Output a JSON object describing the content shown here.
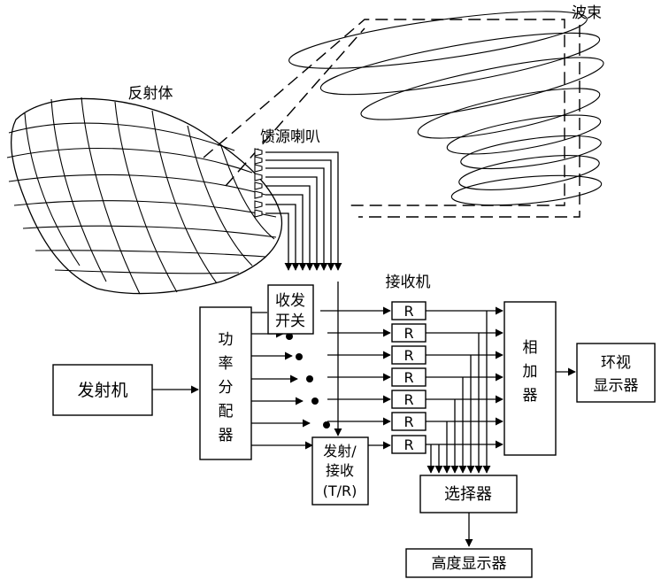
{
  "labels": {
    "beam": "波束",
    "reflector": "反射体",
    "feed_horn": "馈源喇叭",
    "receiver": "接收机"
  },
  "blocks": {
    "duplexer_line1": "收发",
    "duplexer_line2": "开关",
    "power_divider": [
      "功",
      "率",
      "分",
      "配",
      "器"
    ],
    "transmitter": "发射机",
    "tr_line1": "发射/",
    "tr_line2": "接收",
    "tr_line3": "(T/R)",
    "adder": [
      "相",
      "加",
      "器"
    ],
    "ppi_line1": "环视",
    "ppi_line2": "显示器",
    "selector": "选择器",
    "height_display": "高度显示器"
  },
  "receiver_channels": [
    "R",
    "R",
    "R",
    "R",
    "R",
    "R",
    "R"
  ]
}
